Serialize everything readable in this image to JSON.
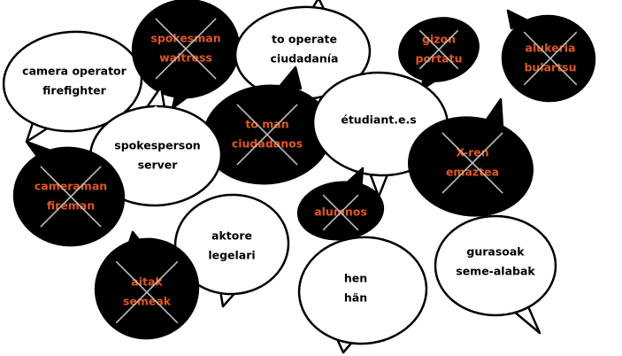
{
  "colors": {
    "positive_fill": "#ffffff",
    "positive_text": "#000000",
    "negative_fill": "#000000",
    "negative_text": "#e2561f",
    "outline": "#000000",
    "cross": "#bdbdbd"
  },
  "bubbles": [
    {
      "id": "camera-operator",
      "kind": "positive",
      "lines": [
        "camera operator",
        "firefighter"
      ]
    },
    {
      "id": "spokesman",
      "kind": "negative",
      "lines": [
        "spokesman",
        "waitress"
      ]
    },
    {
      "id": "to-operate",
      "kind": "positive",
      "lines": [
        "to operate",
        "ciudadanía"
      ]
    },
    {
      "id": "gizon",
      "kind": "negative",
      "lines": [
        "gizon",
        "portatu"
      ]
    },
    {
      "id": "alukeria",
      "kind": "negative",
      "lines": [
        "alukeria",
        "bulartsu"
      ]
    },
    {
      "id": "to-man",
      "kind": "negative",
      "lines": [
        "to man",
        "ciudadanos"
      ]
    },
    {
      "id": "etudiant",
      "kind": "positive",
      "lines": [
        "étudiant.e.s"
      ]
    },
    {
      "id": "spokesperson",
      "kind": "positive",
      "lines": [
        "spokesperson",
        "server"
      ]
    },
    {
      "id": "cameraman",
      "kind": "negative",
      "lines": [
        "cameraman",
        "fireman"
      ]
    },
    {
      "id": "x-ren",
      "kind": "negative",
      "lines": [
        "X-ren",
        "emaztea"
      ]
    },
    {
      "id": "alumnos",
      "kind": "negative",
      "lines": [
        "alumnos"
      ]
    },
    {
      "id": "aktore",
      "kind": "positive",
      "lines": [
        "aktore",
        "legelari"
      ]
    },
    {
      "id": "aitak",
      "kind": "negative",
      "lines": [
        "aitak",
        "semeak"
      ]
    },
    {
      "id": "hen",
      "kind": "positive",
      "lines": [
        "hen",
        "hän"
      ]
    },
    {
      "id": "gurasoak",
      "kind": "positive",
      "lines": [
        "gurasoak",
        "seme-alabak"
      ]
    }
  ]
}
